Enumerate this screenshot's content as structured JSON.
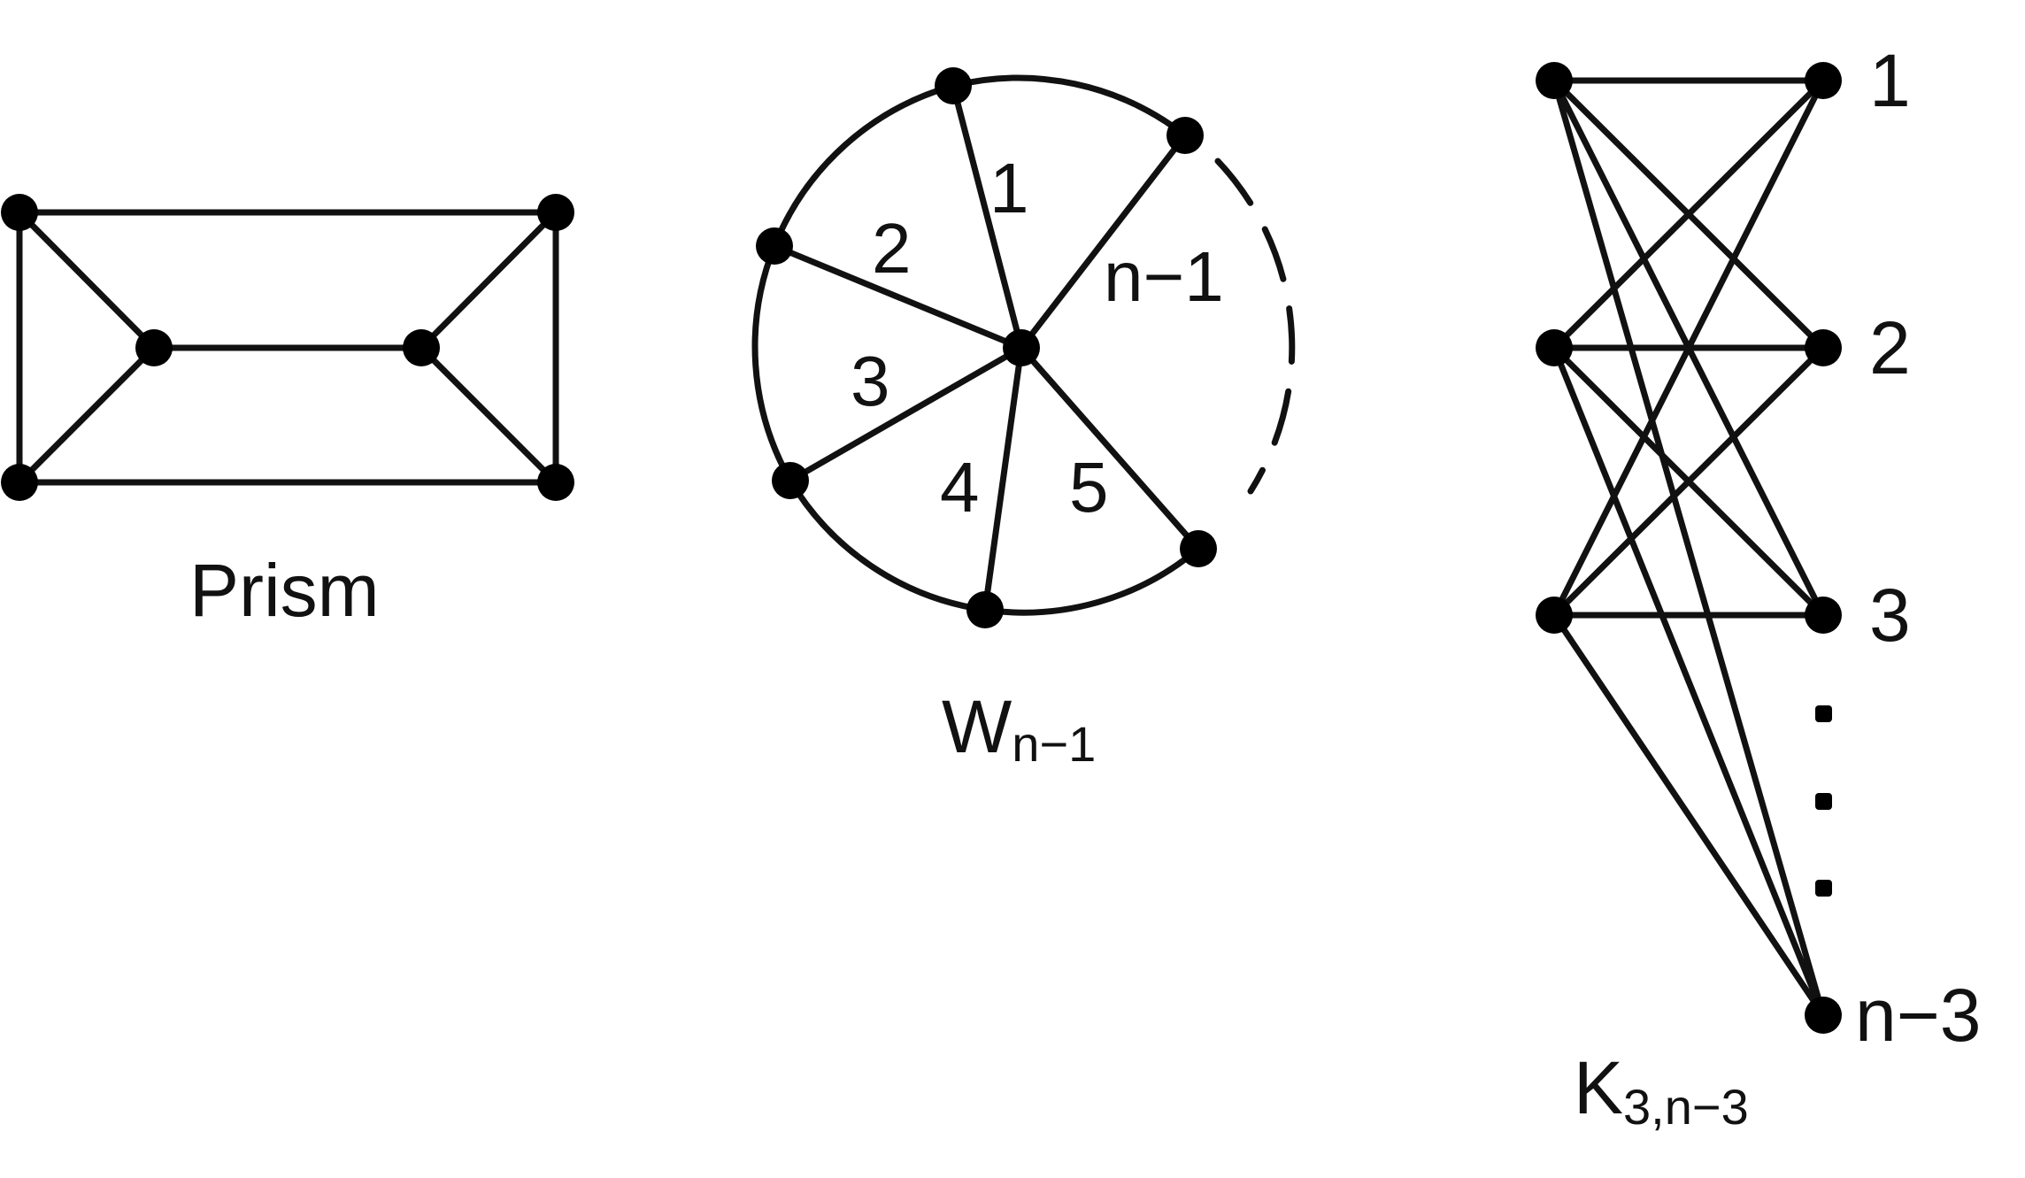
{
  "colors": {
    "ink": "#111111",
    "background": "#ffffff"
  },
  "diagrams": {
    "prism": {
      "caption": "Prism"
    },
    "wheel": {
      "caption_main": "W",
      "caption_sub": "n−1",
      "sector_labels": [
        "1",
        "2",
        "3",
        "4",
        "5",
        "n−1"
      ]
    },
    "bipartite": {
      "caption_main": "K",
      "caption_sub": "3,n−3",
      "right_labels": [
        "1",
        "2",
        "3",
        "n−3"
      ]
    }
  }
}
